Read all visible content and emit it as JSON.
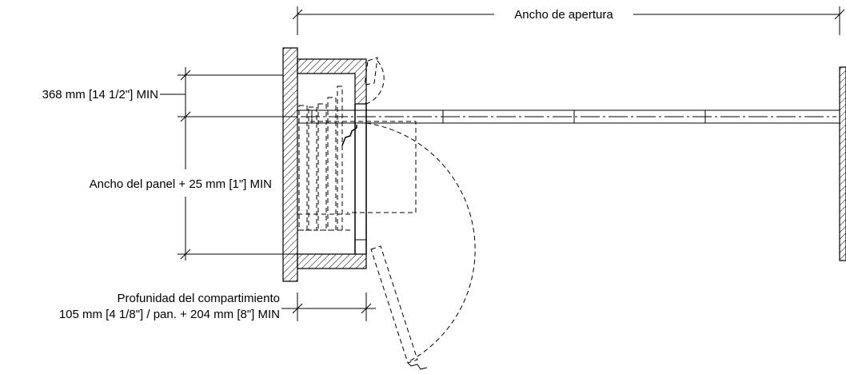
{
  "labels": {
    "opening_width": "Ancho de apertura",
    "side_clearance": "368 mm [14 1/2\"] MIN",
    "panel_width": "Ancho del panel + 25 mm [1\"] MIN",
    "pocket_depth_line1": "Profunidad del compartimiento",
    "pocket_depth_line2": "105 mm [4 1/8\"] / pan. + 204 mm [8\"] MIN"
  }
}
